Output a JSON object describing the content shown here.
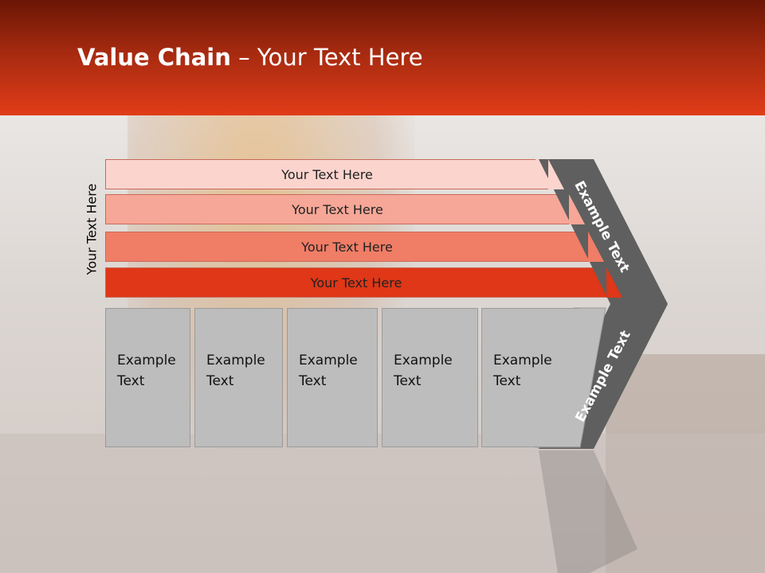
{
  "header": {
    "title_bold": "Value Chain",
    "title_rest": " – Your Text Here"
  },
  "side_label": "Your Text Here",
  "bars": [
    {
      "label": "Your Text Here",
      "color": "#fbd4ce"
    },
    {
      "label": "Your Text Here",
      "color": "#f6a797"
    },
    {
      "label": "Your Text Here",
      "color": "#f07d66"
    },
    {
      "label": "Your Text Here",
      "color": "#df3717"
    }
  ],
  "boxes": [
    {
      "line1": "Example",
      "line2": "Text"
    },
    {
      "line1": "Example",
      "line2": "Text"
    },
    {
      "line1": "Example",
      "line2": "Text"
    },
    {
      "line1": "Example",
      "line2": "Text"
    },
    {
      "line1": "Example",
      "line2": "Text"
    }
  ],
  "chevron": {
    "upper_label": "Example Text",
    "lower_label": "Example Text",
    "color": "#5f5f5f"
  }
}
